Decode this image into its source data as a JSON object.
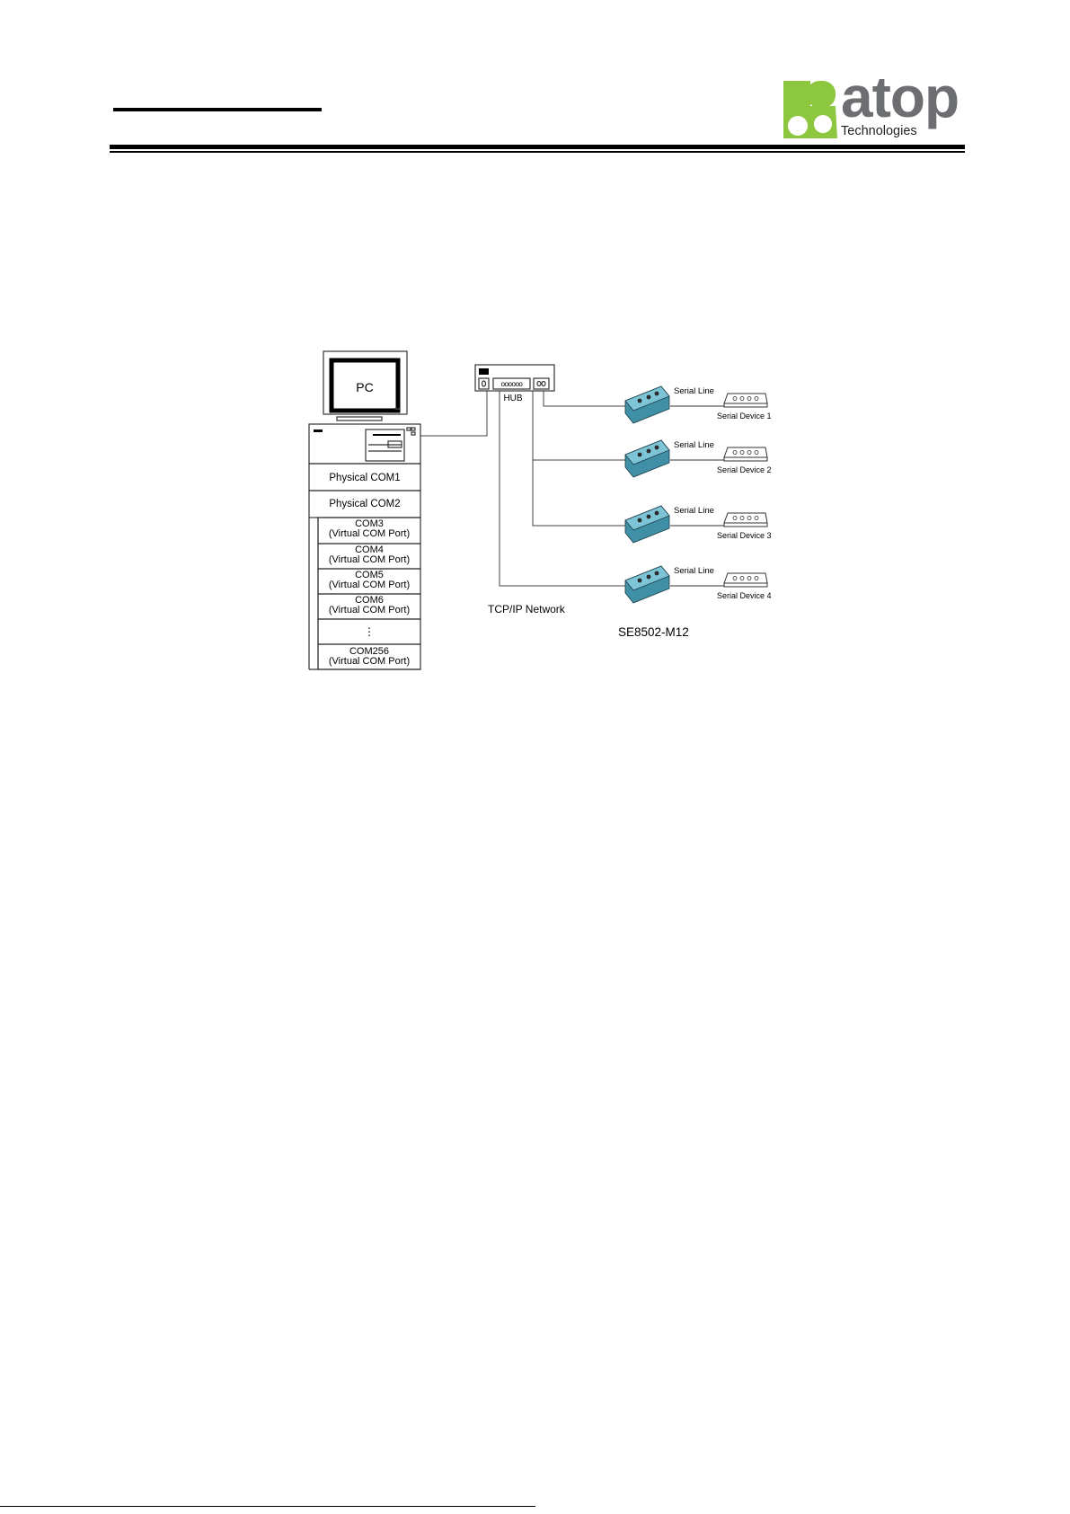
{
  "header": {
    "logo": {
      "icon": "atop-logo-icon",
      "brand_color": "#8dc63f",
      "text_color": "#6d6e71",
      "word": "atop",
      "subtitle": "Technologies"
    }
  },
  "diagram": {
    "pc": {
      "label": "PC",
      "ports": [
        {
          "name": "Physical COM1"
        },
        {
          "name": "Physical COM2"
        },
        {
          "name": "COM3",
          "sub": "(Virtual COM Port)"
        },
        {
          "name": "COM4",
          "sub": "(Virtual COM Port)"
        },
        {
          "name": "COM5",
          "sub": "(Virtual COM Port)"
        },
        {
          "name": "COM6",
          "sub": "(Virtual COM Port)"
        },
        {
          "name": "⋮"
        },
        {
          "name": "COM256",
          "sub": "(Virtual COM Port)"
        }
      ]
    },
    "hub": {
      "label": "HUB",
      "ports_text": "oooooo"
    },
    "network_label": "TCP/IP Network",
    "device_model": "SE8502-M12",
    "links": [
      {
        "line_label": "Serial Line",
        "device_label": "Serial Device 1"
      },
      {
        "line_label": "Serial Line",
        "device_label": "Serial Device 2"
      },
      {
        "line_label": "Serial Line",
        "device_label": "Serial Device 3"
      },
      {
        "line_label": "Serial Line",
        "device_label": "Serial Device 4"
      }
    ],
    "colors": {
      "server_body": "#3f8fa6",
      "server_top": "#7cc4d6",
      "line": "#333333"
    }
  }
}
